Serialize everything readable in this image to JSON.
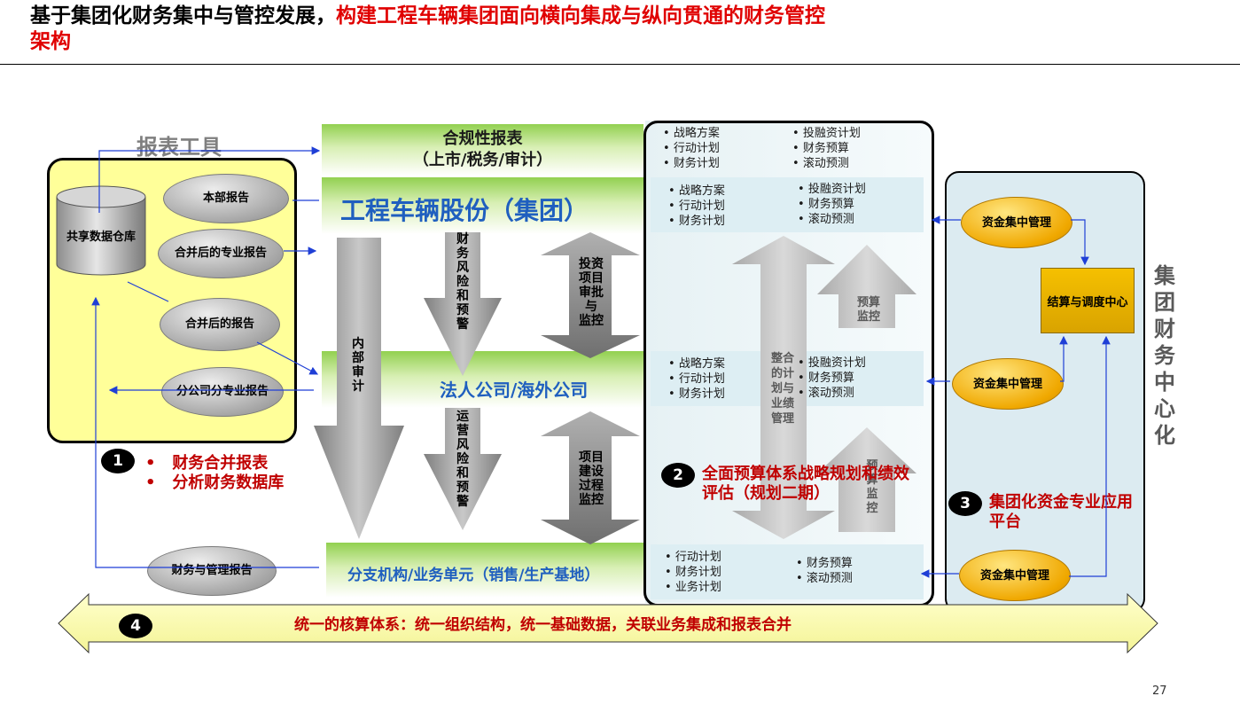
{
  "title": {
    "part1": "基于集团化财务集中与管控发展，",
    "part2_line1": "构建工程车辆集团面向横向集成与纵向贯通的财务管控",
    "part2_line2": "架构"
  },
  "report_tools": {
    "label": "报表工具",
    "warehouse": "共享数据仓库",
    "ovals": [
      "本部报告",
      "合并后的专业报告",
      "合并后的报告",
      "分公司分专业报告"
    ],
    "bottom_oval": "财务与管理报告"
  },
  "center": {
    "compliance_line1": "合规性报表",
    "compliance_line2": "（上市/税务/审计）",
    "group": "工程车辆股份（集团）",
    "legal": "法人公司/海外公司",
    "branch": "分支机构/业务单元（销售/生产基地）",
    "internal_audit": "内部审计",
    "fin_risk": "财务风险和预警",
    "ops_risk": "运营风险和预警",
    "invest_approval": "投资项目审批与监控",
    "project_monitor": "项目建设过程监控"
  },
  "budget_panel": {
    "row1_left": [
      "战略方案",
      "行动计划",
      "财务计划"
    ],
    "row1_right": [
      "投融资计划",
      "财务预算",
      "滚动预测"
    ],
    "row2_left": [
      "战略方案",
      "行动计划",
      "财务计划"
    ],
    "row2_right": [
      "投融资计划",
      "财务预算",
      "滚动预测"
    ],
    "row3_left": [
      "战略方案",
      "行动计划",
      "财务计划"
    ],
    "row3_right": [
      "投融资计划",
      "财务预算",
      "滚动预测"
    ],
    "row4_left": [
      "行动计划",
      "财务计划",
      "业务计划"
    ],
    "row4_right": [
      "财务预算",
      "滚动预测"
    ],
    "integrate": "整合的计划与业绩管理",
    "budget_monitor_up": "预算监控",
    "budget_monitor_low": "预算监控"
  },
  "fund_panel": {
    "fund": [
      "资金集中管理",
      "资金集中管理",
      "资金集中管理"
    ],
    "settlement": "结算与调度中心",
    "side_label": "集团财务中心化"
  },
  "callouts": {
    "n1": "1",
    "n1_items": [
      "财务合并报表",
      "分析财务数据库"
    ],
    "n2": "2",
    "n2_text": "全面预算体系战略规划和绩效评估（规划二期）",
    "n3": "3",
    "n3_text": "集团化资金专业应用平台",
    "n4": "4",
    "n4_text": "统一的核算体系：统一组织结构，统一基础数据，关联业务集成和报表合并"
  },
  "page_number": "27",
  "colors": {
    "red": "#e00000",
    "green": "#92d050",
    "gold": "#f0a800",
    "blue": "#1f3fd6"
  }
}
